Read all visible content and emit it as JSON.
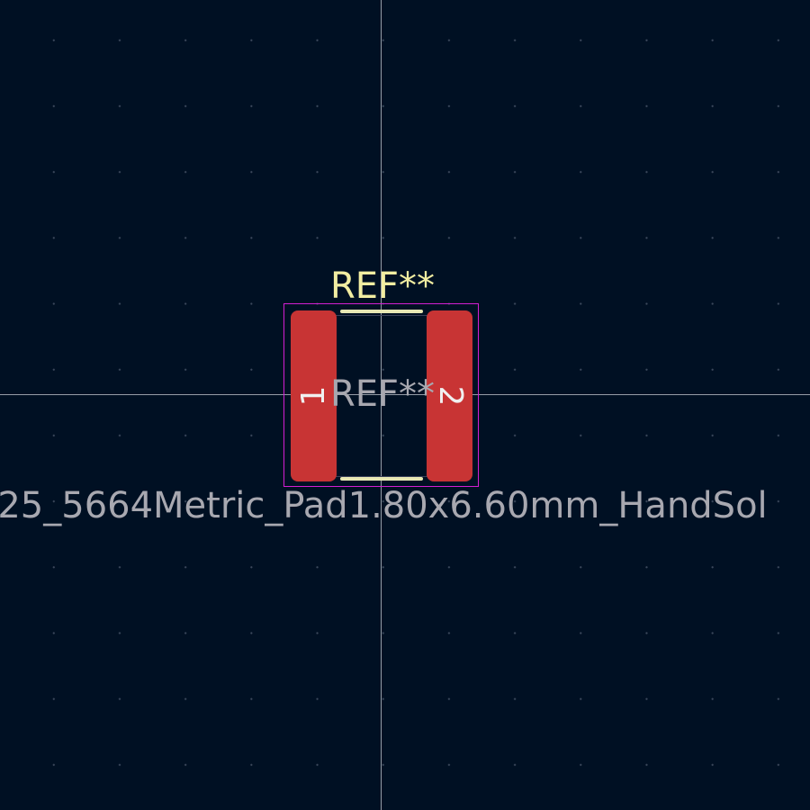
{
  "footprint": {
    "reference_silk": "REF**",
    "reference_fab": "REF**",
    "value_text": "25_5664Metric_Pad1.80x6.60mm_HandSol",
    "pads": [
      {
        "number": "1"
      },
      {
        "number": "2"
      }
    ]
  },
  "colors": {
    "background": "#001023",
    "pad": "#c83434",
    "silkscreen": "#f2eda1",
    "courtyard": "#d31fd3",
    "fab_text": "#a8a8b0",
    "grid_dot": "#6e788c",
    "crosshair": "#c8ccd4"
  }
}
